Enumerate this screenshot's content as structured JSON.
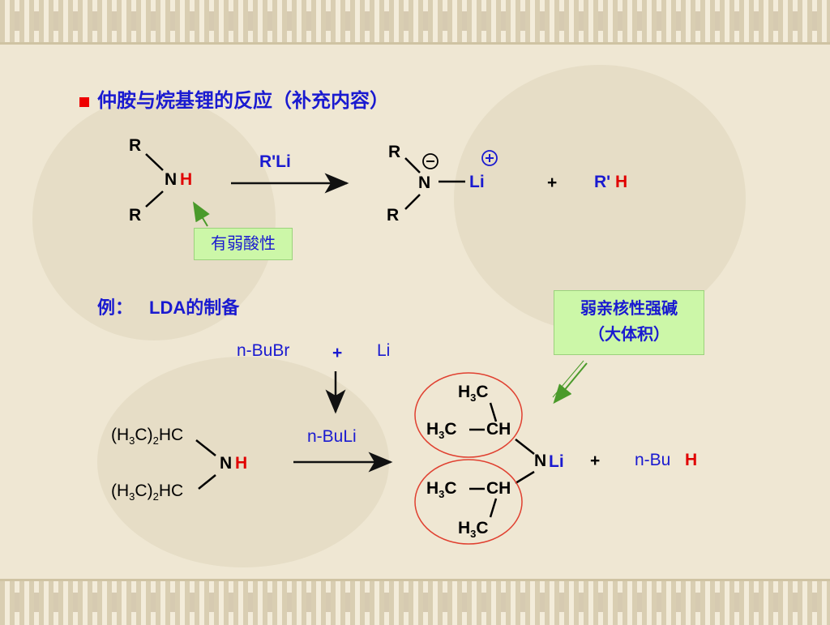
{
  "title": "仲胺与烷基锂的反应（补充内容）",
  "reaction1": {
    "r_top": "R",
    "r_bottom": "R",
    "n": "N",
    "h": "H",
    "reagent": "R'Li",
    "prod_r_top": "R",
    "prod_r_bottom": "R",
    "prod_n": "N",
    "prod_li": "Li",
    "minus": "−",
    "plus_charge": "+",
    "plus": "+",
    "byproduct_r": "R'",
    "byproduct_h": "H",
    "note": "有弱酸性"
  },
  "example": {
    "label": "例：",
    "lda": "LDA",
    "lda_suffix": "的制备",
    "reagent_a": "n-BuBr",
    "plus1": "+",
    "reagent_b": "Li",
    "intermediate": "n-BuLi",
    "amine_top": "(H3C)2HC",
    "amine_bottom": "(H3C)2HC",
    "amine_n": "N",
    "amine_h": "H",
    "lda_n": "N",
    "lda_li": "Li",
    "h3c": "H3C",
    "ch": "CH",
    "plus2": "+",
    "byproduct": "n-Bu",
    "byproduct_h": "H",
    "note_line1": "弱亲核性强碱",
    "note_line2": "（大体积）"
  },
  "colors": {
    "blue": "#1a1ad0",
    "red": "#e00000",
    "arrow_green": "#4a9a2a",
    "circle": "#e04030"
  }
}
